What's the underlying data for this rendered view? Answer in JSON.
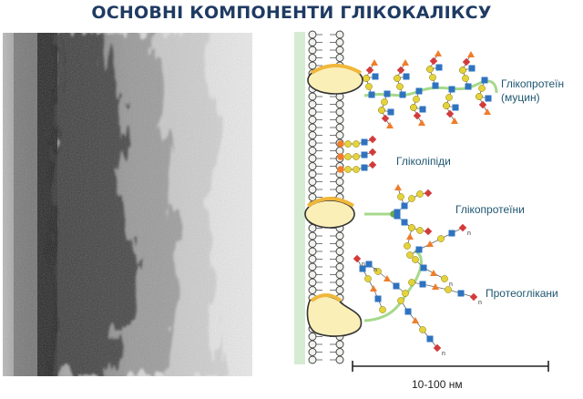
{
  "title": "ОСНОВНІ КОМПОНЕНТИ ГЛІКОКАЛІКСУ",
  "labels": {
    "mucin_line1": "Глікопротеїн",
    "mucin_line2": "(муцин)",
    "glycolipids": "Гліколіпіди",
    "glycoproteins": "Глікопротеїни",
    "proteoglycans": "Протеоглікани",
    "n_marker": "n",
    "scale": "10-100 нм"
  },
  "colors": {
    "title": "#1f3b63",
    "label": "#1e5670",
    "membrane_head": "#f0f2ee",
    "protein_fill": "#fbefb8",
    "protein_cap": "#f0b73a",
    "chain": "#a6d98b",
    "sugar_red": "#d33b3b",
    "sugar_blue": "#2f73c0",
    "sugar_yellow": "#e5d33a",
    "sugar_green": "#6aa84f",
    "sugar_orange": "#ef7d2b",
    "cytoplasm": "#d6ebd3"
  }
}
